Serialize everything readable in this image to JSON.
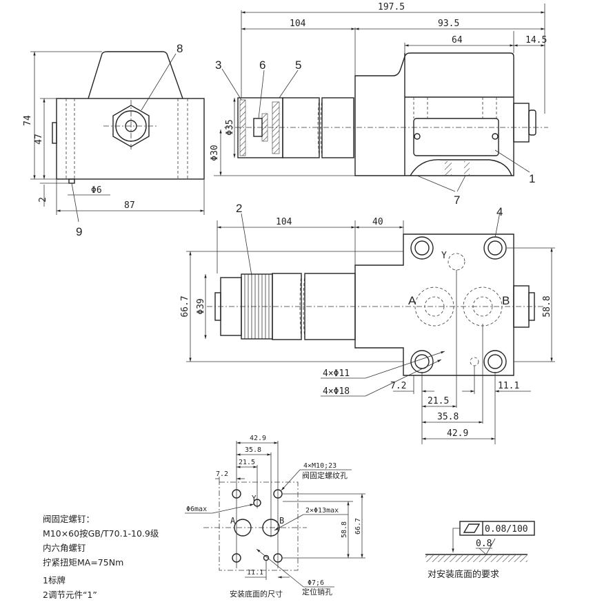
{
  "side_view": {
    "dim_height": "74",
    "dim_47": "47",
    "dim_2": "2",
    "dim_phi6": "Φ6",
    "dim_width": "87",
    "label_8": "8",
    "label_9": "9"
  },
  "front_view": {
    "dim_total": "197.5",
    "dim_104": "104",
    "dim_93_5": "93.5",
    "dim_64": "64",
    "dim_14_5": "14.5",
    "dim_phi35": "Φ35",
    "dim_phi30": "Φ30",
    "label_3": "3",
    "label_6": "6",
    "label_5": "5",
    "label_1": "1",
    "label_7": "7"
  },
  "top_view": {
    "dim_104": "104",
    "dim_40": "40",
    "dim_phi39": "Φ39",
    "dim_66_7": "66.7",
    "dim_58_8": "58.8",
    "label_2": "2",
    "label_4": "4",
    "port_a": "A",
    "port_b": "B",
    "port_y": "Y",
    "holes_11": "4×Φ11",
    "holes_18": "4×Φ18",
    "dim_7_2": "7.2",
    "dim_21_5": "21.5",
    "dim_35_8": "35.8",
    "dim_42_9": "42.9",
    "dim_11_1": "11.1"
  },
  "mounting": {
    "dim_42_9": "42.9",
    "dim_35_8": "35.8",
    "dim_21_5": "21.5",
    "dim_7_2": "7.2",
    "thread_holes": "4×M10;23",
    "thread_holes_desc": "阀固定螺纹孔",
    "y_hole": "Φ6max",
    "port_holes": "2×Φ13max",
    "dim_58_8": "58.8",
    "dim_66_7": "66.7",
    "dim_11_1": "11.1",
    "pin_hole": "Φ7;6",
    "pin_hole_desc": "定位销孔",
    "port_a": "A",
    "port_b": "B",
    "port_y": "Y",
    "caption": "安装底面的尺寸"
  },
  "surface": {
    "flatness": "0.08/100",
    "roughness": "0.8",
    "caption": "对安装底面的要求"
  },
  "notes": [
    "阀固定螺钉：",
    "M10×60按GB/T70.1-10.9级",
    "内六角螺钉",
    "拧紧扭矩MA=75Nm",
    "1标牌",
    "2调节元件“1”"
  ]
}
